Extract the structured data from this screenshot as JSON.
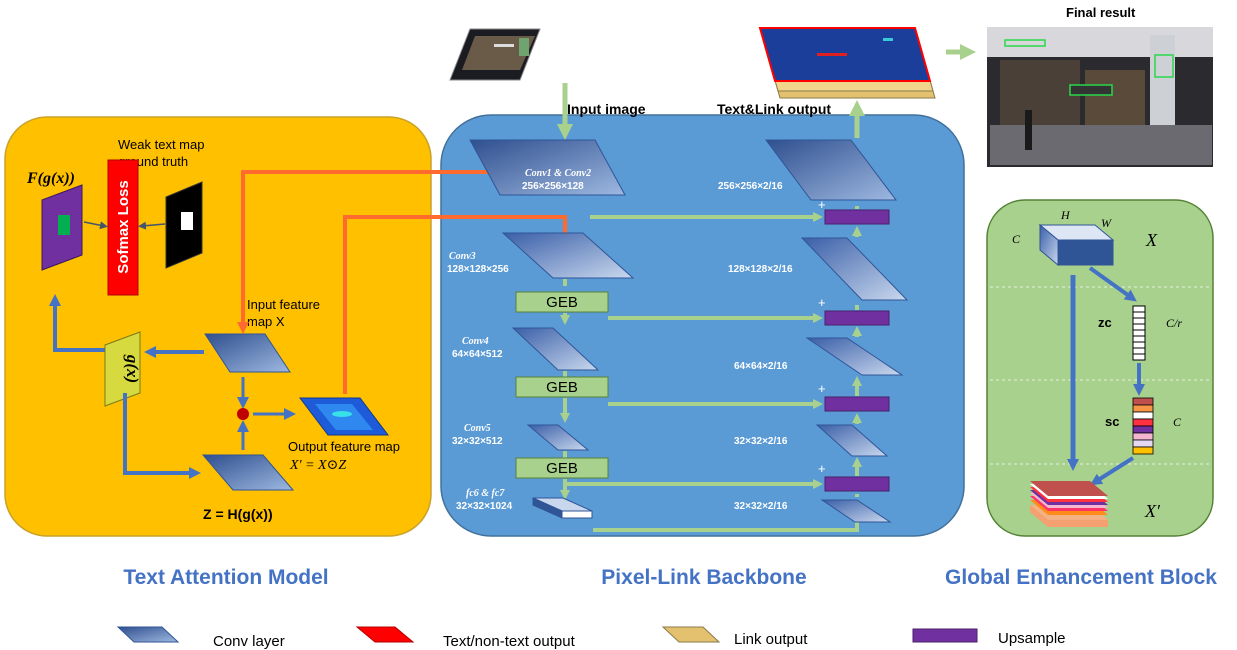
{
  "colors": {
    "tam_panel": "#FFC000",
    "backbone_panel": "#5B9BD5",
    "geb_panel": "#A9D18E",
    "conv": "#2F5597",
    "text_output": "#FF0000",
    "link_output": "#E3C16F",
    "upsample": "#7030A0",
    "orange_arrow": "#FF6A2E",
    "green_arrow": "#A9D18E",
    "blue_arrow": "#4472C4",
    "section_title": "#4472C4"
  },
  "sections": {
    "tam": "Text Attention Model",
    "backbone": "Pixel-Link Backbone",
    "geb": "Global Enhancement Block"
  },
  "tam": {
    "weak_map_line1": "Weak text map",
    "weak_map_line2": "ground truth",
    "f_label": "F(g(x))",
    "softmax_label": "Sofmax Loss",
    "g_label": "g(x)",
    "input_map_line1": "Input feature",
    "input_map_line2": "map X",
    "output_map_line1": "Output feature map",
    "output_map_formula": "X′ = X⊙Z",
    "z_formula": "Z = H(g(x))"
  },
  "backbone": {
    "input_image": "Input image",
    "text_link_output": "Text&Link output",
    "final_result": "Final result",
    "geb_box": "GEB",
    "plus": "+",
    "left_layers": [
      {
        "name": "Conv1 & Conv2",
        "dims": "256×256×128"
      },
      {
        "name": "Conv3",
        "dims": "128×128×256"
      },
      {
        "name": "Conv4",
        "dims": "64×64×512"
      },
      {
        "name": "Conv5",
        "dims": "32×32×512"
      },
      {
        "name": "fc6 & fc7",
        "dims": "32×32×1024"
      }
    ],
    "right_dims": [
      "256×256×2/16",
      "128×128×2/16",
      "64×64×2/16",
      "32×32×2/16",
      "32×32×2/16"
    ]
  },
  "geb": {
    "h": "H",
    "w": "W",
    "c": "C",
    "x": "X",
    "zc": "zc",
    "c_over_r": "C/r",
    "sc": "sc",
    "c2": "C",
    "x_prime": "X′"
  },
  "legend": {
    "conv": "Conv layer",
    "text": "Text/non-text output",
    "link": "Link output",
    "upsample": "Upsample"
  }
}
